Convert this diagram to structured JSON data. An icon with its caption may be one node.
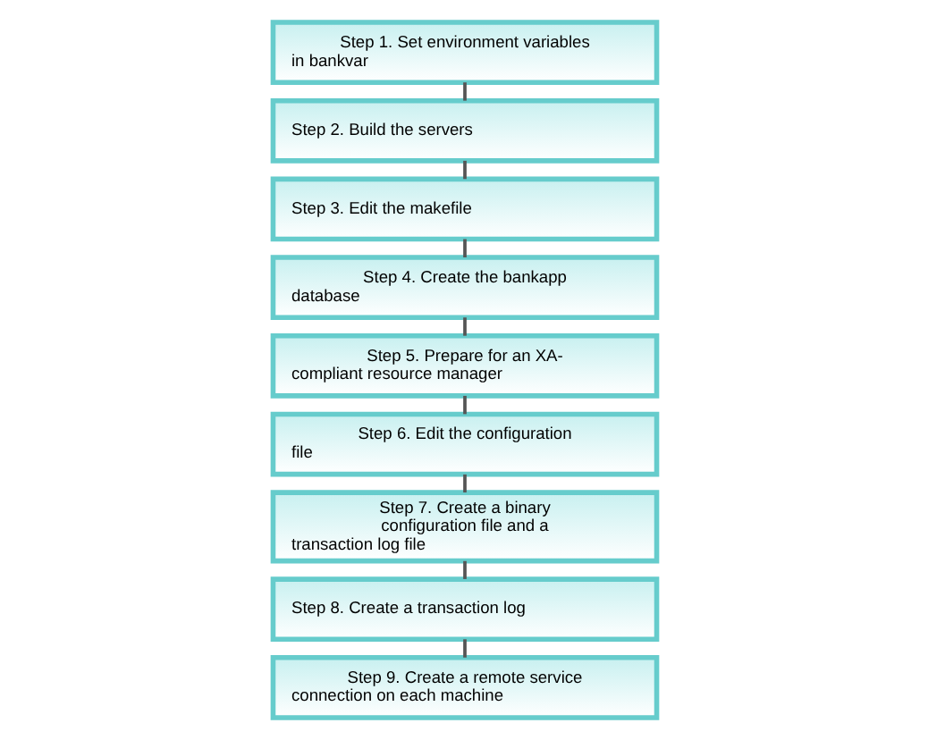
{
  "diagram": {
    "nodes": [
      {
        "text": [
          "Step 1. Set environment variables in bankvar"
        ]
      },
      {
        "text": [
          "Step 2. Build the servers"
        ]
      },
      {
        "text": [
          "Step 3. Edit the makefile"
        ]
      },
      {
        "text": [
          "Step 4. Create the bankapp database"
        ]
      },
      {
        "text": [
          "Step 5. Prepare for an XA-compliant resource manager"
        ]
      },
      {
        "text": [
          "Step 6. Edit the configuration file"
        ]
      },
      {
        "text": [
          "Step 7. Create a binary configuration file and a transaction log file"
        ]
      },
      {
        "text": [
          "Step 8. Create a transaction log"
        ]
      },
      {
        "text": [
          "Step 9. Create a remote service connection on each machine"
        ]
      }
    ],
    "edges": [
      {
        "from": 0,
        "to": 1,
        "arrow": "none"
      },
      {
        "from": 1,
        "to": 2,
        "arrow": "none"
      },
      {
        "from": 2,
        "to": 3,
        "arrow": "none"
      },
      {
        "from": 3,
        "to": 4,
        "arrow": "none"
      },
      {
        "from": 4,
        "to": 5,
        "arrow": "none"
      },
      {
        "from": 5,
        "to": 6,
        "arrow": "none"
      },
      {
        "from": 6,
        "to": 7,
        "arrow": "none"
      },
      {
        "from": 7,
        "to": 8,
        "arrow": "none"
      }
    ]
  }
}
